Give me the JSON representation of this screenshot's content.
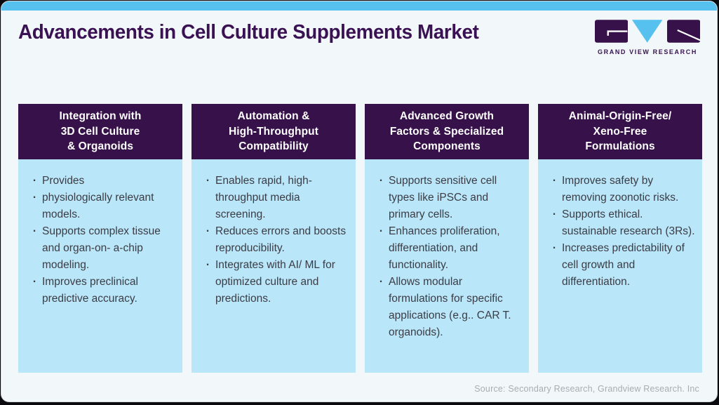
{
  "page": {
    "title": "Advancements in Cell Culture Supplements Market",
    "source": "Source: Secondary Research, Grandview Research. Inc"
  },
  "logo": {
    "text": "GRAND VIEW RESEARCH",
    "marks": [
      "g-mark",
      "v-mark",
      "r-mark"
    ]
  },
  "colors": {
    "topbar": "#56c1ee",
    "card_bg": "#f2f7fa",
    "purple": "#3a1253",
    "header_bg": "#371149",
    "body_bg": "#b9e6f8",
    "body_text": "#3b3c45",
    "source_text": "#a9adb3"
  },
  "columns": [
    {
      "header_lines": [
        "Integration with",
        "3D Cell Culture",
        "& Organoids"
      ],
      "bullets": [
        "Provides",
        "physiologically relevant models.",
        "Supports complex tissue and organ-on- a-chip modeling.",
        "Improves preclinical predictive accuracy."
      ]
    },
    {
      "header_lines": [
        "Automation &",
        "High-Throughput",
        "Compatibility"
      ],
      "bullets": [
        "Enables rapid, high- throughput media screening.",
        "Reduces errors and boosts reproducibility.",
        "Integrates with AI/ ML for optimized culture and predictions."
      ]
    },
    {
      "header_lines": [
        "Advanced Growth",
        "Factors & Specialized",
        "Components"
      ],
      "bullets": [
        "Supports sensitive cell types like iPSCs and primary cells.",
        "Enhances proliferation, differentiation, and functionality.",
        "Allows modular formulations for specific applications (e.g.. CAR T. organoids)."
      ]
    },
    {
      "header_lines": [
        "Animal-Origin-Free/",
        "Xeno-Free",
        "Formulations"
      ],
      "bullets": [
        "Improves safety by removing zoonotic risks.",
        "Supports ethical. sustainable research (3Rs).",
        "Increases predictability of cell growth and differentiation."
      ]
    }
  ]
}
